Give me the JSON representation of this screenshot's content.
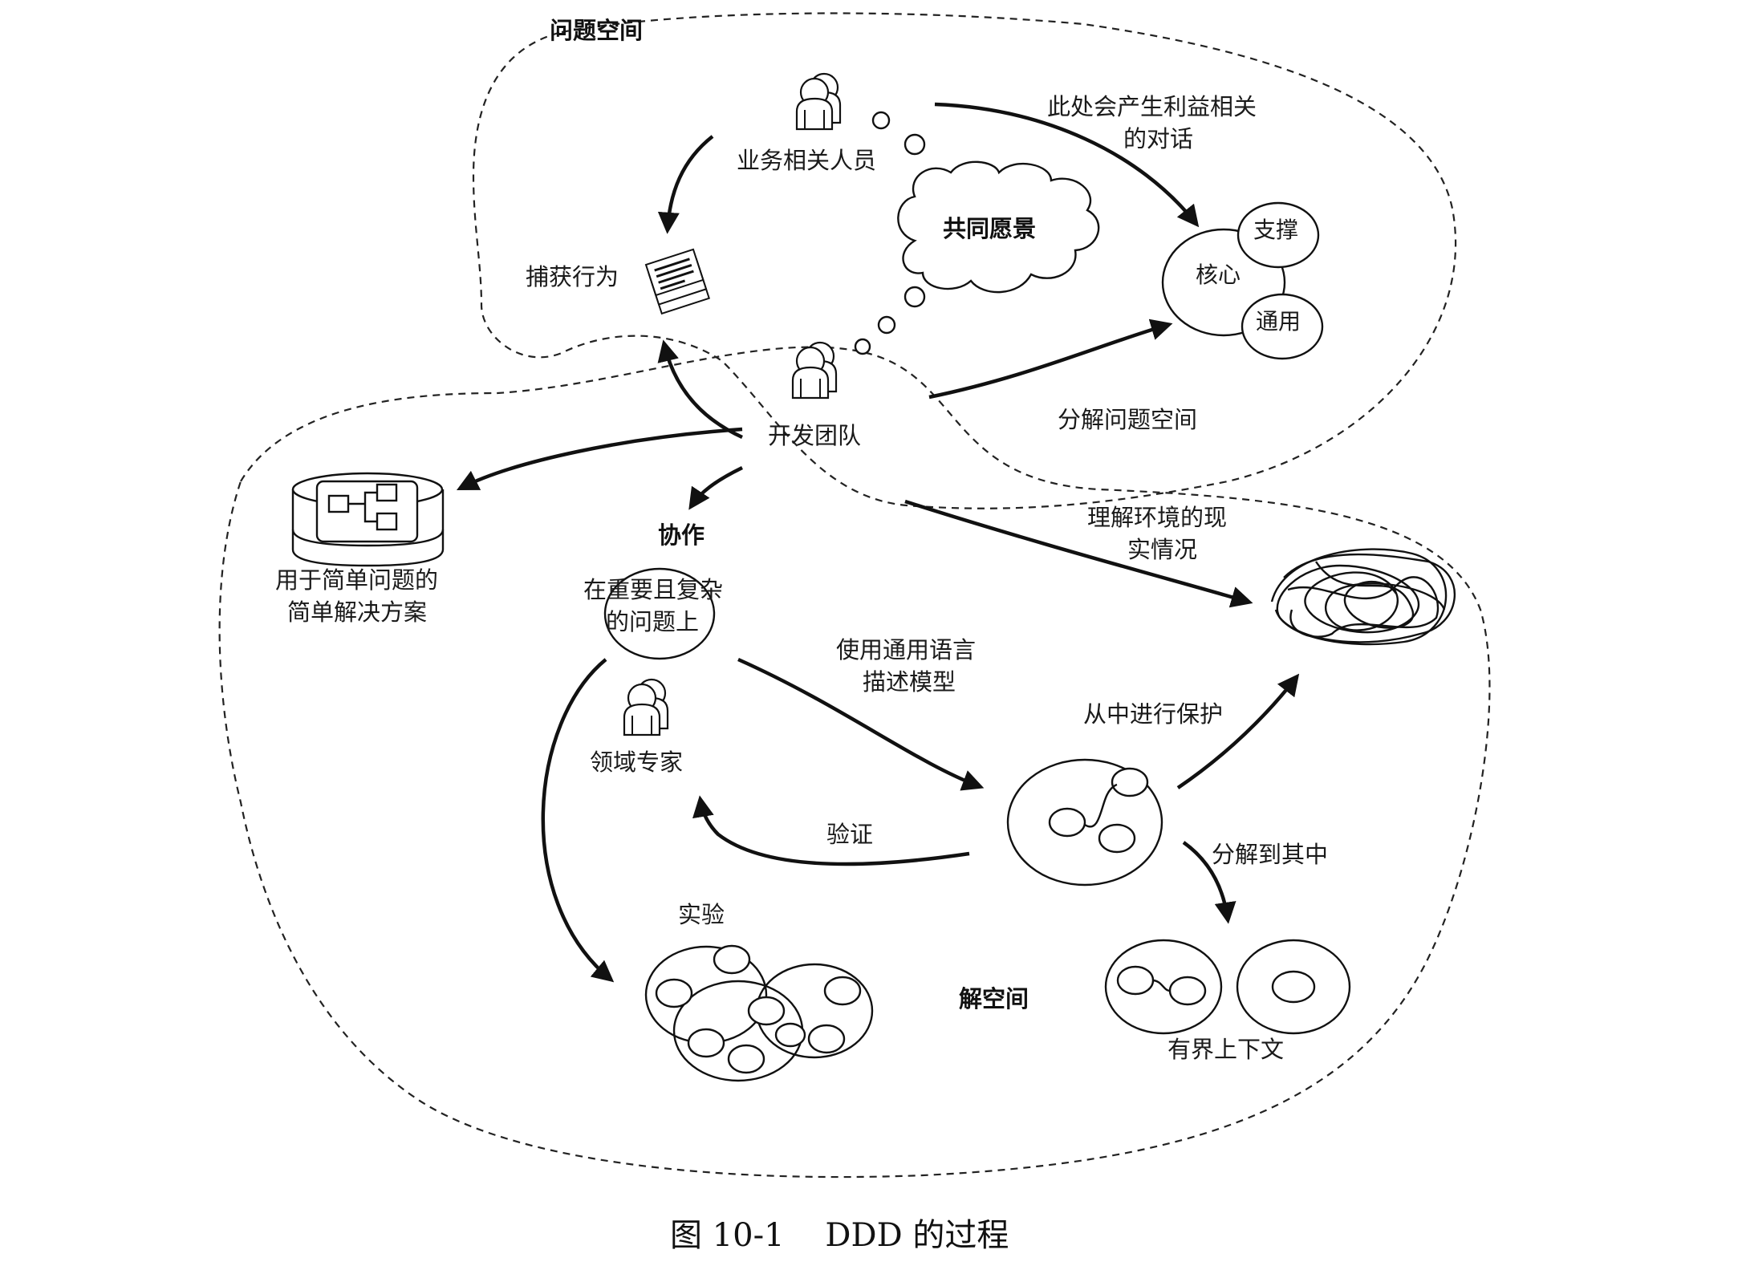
{
  "problem_space": "问题空间",
  "solution_space": "解空间",
  "nodes": {
    "business_stakeholders": "业务相关人员",
    "dialogue": [
      "此处会产生利益相关",
      "的对话"
    ],
    "shared_vision": "共同愿景",
    "capture_behavior": "捕获行为",
    "core": "核心",
    "support": "支撑",
    "generic": "通用",
    "dev_team": "开发团队",
    "decompose_problem": "分解问题空间",
    "simple_solution": [
      "用于简单问题的",
      "简单解决方案"
    ],
    "collaboration": "协作",
    "understand_reality": [
      "理解环境的现",
      "实情况"
    ],
    "important_complex": [
      "在重要且复杂",
      "的问题上"
    ],
    "ubiquitous_language": [
      "使用通用语言",
      "描述模型"
    ],
    "domain_expert": "领域专家",
    "protect": "从中进行保护",
    "validate": "验证",
    "decompose_into": "分解到其中",
    "experiment": "实验",
    "bounded_context": "有界上下文"
  },
  "caption": "图 10-1    DDD 的过程"
}
